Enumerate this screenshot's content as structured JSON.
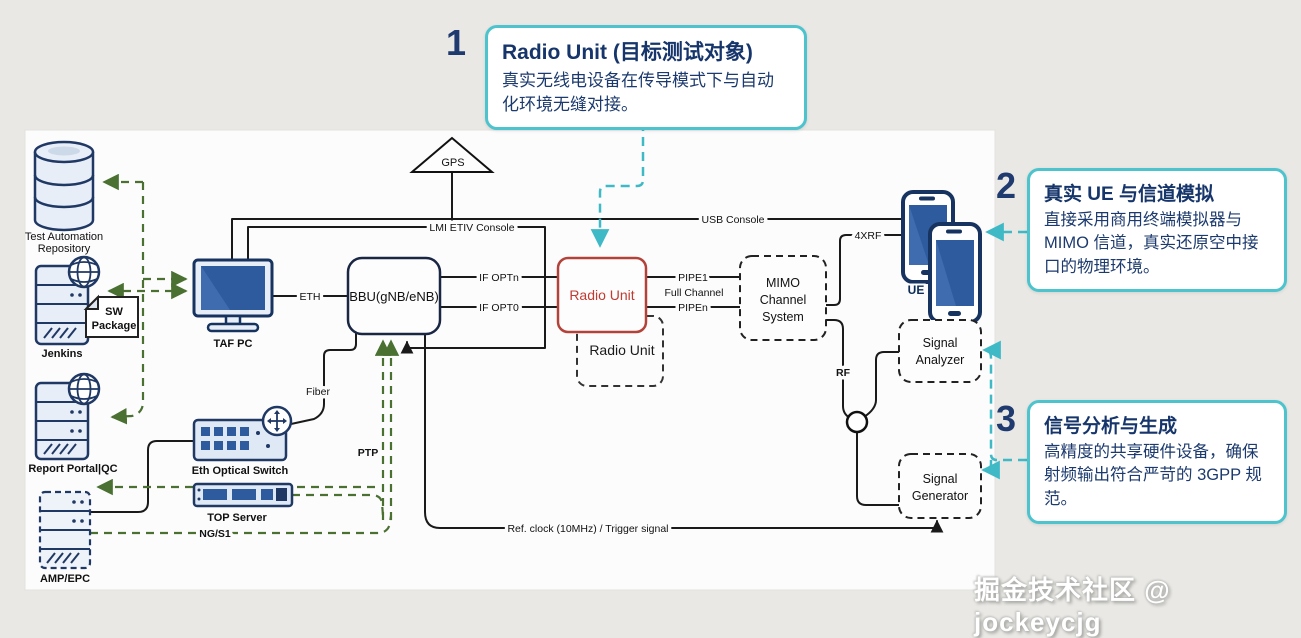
{
  "colors": {
    "accent_teal": "#4cc3cd",
    "navy": "#1e3a6e",
    "radio_unit_red": "#c03b32",
    "arrow_green": "#4a7032",
    "wire_black": "#1a1a1a"
  },
  "callouts": {
    "c1": {
      "number": "1",
      "title": "Radio Unit (目标测试对象)",
      "body": "真实无线电设备在传导模式下与自动化环境无缝对接。"
    },
    "c2": {
      "number": "2",
      "title": "真实 UE 与信道模拟",
      "body": "直接采用商用终端模拟器与 MIMO 信道，真实还原空中接口的物理环境。"
    },
    "c3": {
      "number": "3",
      "title": "信号分析与生成",
      "body": "高精度的共享硬件设备，确保射频输出符合严苛的 3GPP 规范。"
    }
  },
  "nodes": {
    "repository": {
      "line1": "Test Automation",
      "line2": "Repository"
    },
    "jenkins": {
      "label": "Jenkins"
    },
    "sw_package": {
      "line1": "SW",
      "line2": "Package"
    },
    "report_portal": {
      "label": "Report Portal|QC"
    },
    "amp_epc": {
      "label": "AMP/EPC"
    },
    "taf_pc": {
      "label": "TAF PC"
    },
    "eth_switch": {
      "label": "Eth Optical Switch"
    },
    "top_server": {
      "label": "TOP Server"
    },
    "gps": {
      "label": "GPS"
    },
    "bbu": {
      "label": "BBU(gNB/eNB)"
    },
    "radio_unit": {
      "label": "Radio Unit"
    },
    "radio_unit_dashed": {
      "label": "Radio Unit"
    },
    "mimo": {
      "line1": "MIMO",
      "line2": "Channel",
      "line3": "System"
    },
    "ue": {
      "label": "UE"
    },
    "signal_analyzer": {
      "line1": "Signal",
      "line2": "Analyzer"
    },
    "signal_generator": {
      "line1": "Signal",
      "line2": "Generator"
    }
  },
  "wires": {
    "eth": "ETH",
    "lmi_console": "LMI ETIV Console",
    "usb_console": "USB Console",
    "if_optn": "IF OPTn",
    "if_opt0": "IF OPT0",
    "pipe1": "PIPE1",
    "full_channel": "Full Channel",
    "pipen": "PIPEn",
    "xrf4": "4XRF",
    "rf": "RF",
    "fiber": "Fiber",
    "ptp": "PTP",
    "ng_s1": "NG/S1",
    "ref_clock": "Ref. clock (10MHz) / Trigger signal"
  },
  "watermark": "掘金技术社区 @ jockeycjg"
}
